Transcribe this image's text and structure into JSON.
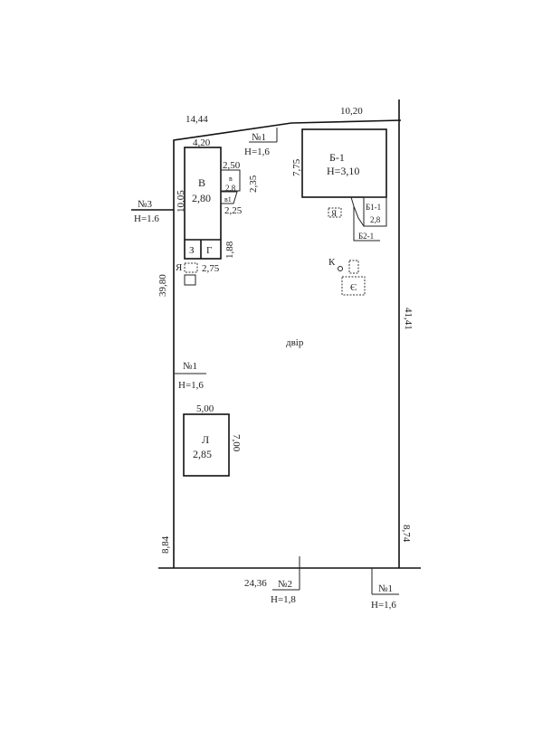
{
  "plot": {
    "top_left_length": "14,44",
    "top_right_length": "10,20",
    "left_length": "39,80",
    "right_length": "41,41",
    "left_bottom_length": "8,84",
    "right_bottom_length": "8,74",
    "bottom_length": "24,36",
    "yard_label": "двір"
  },
  "fences": [
    {
      "number": "№1",
      "height": "H=1,6"
    },
    {
      "number": "№3",
      "height": "H=1.6"
    },
    {
      "number": "№1",
      "height": "H=1,6"
    },
    {
      "number": "№2",
      "height": "H=1,8"
    },
    {
      "number": "№1",
      "height": "H=1,6"
    }
  ],
  "building_v": {
    "name": "В",
    "height": "2,80",
    "width": "4,20",
    "length": "10,05",
    "annex_v": {
      "name": "в",
      "width": "2,50",
      "height": "2,8",
      "side": "2,35"
    },
    "annex_v1": {
      "name": "в1",
      "width": "2,25"
    },
    "cell_z": "З",
    "cell_g": "Г",
    "cells_length": "1,88",
    "cells_width": "2,75",
    "pit": "Я"
  },
  "building_b": {
    "name": "Б-1",
    "height": "H=3,10",
    "length": "7,75",
    "annex_b1": {
      "name": "Б1-1",
      "height": "2,8"
    },
    "annex_b2": {
      "name": "Б2-1"
    },
    "pit": "Я",
    "well": "К",
    "cesspool": "Є"
  },
  "building_l": {
    "name": "Л",
    "height": "2,85",
    "width": "5,00",
    "length": "7,00"
  }
}
